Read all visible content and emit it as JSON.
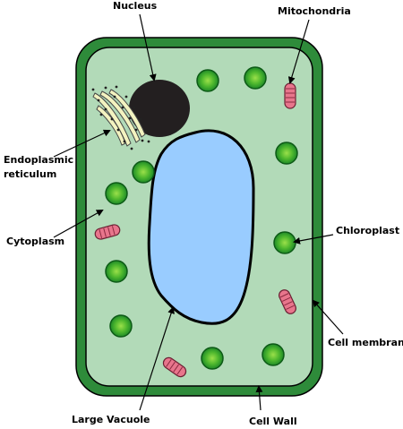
{
  "labels": {
    "nucleus": "Nucleus",
    "mitochondria": "Mitochondria",
    "er_line1": "Endoplasmic",
    "er_line2": "reticulum",
    "cytoplasm": "Cytoplasm",
    "chloroplast": "Chloroplast",
    "cell_membrane": "Cell membrane",
    "large_vacuole": "Large Vacuole",
    "cell_wall": "Cell Wall"
  },
  "colors": {
    "cell_wall": "#2e8b3a",
    "cytoplasm": "#b2dab8",
    "vacuole": "#99ccff",
    "nucleus": "#231f20",
    "chloroplast_outer": "#1e8f2a",
    "chloroplast_inner": "#7fd13b",
    "mitochondria": "#e8758c",
    "er": "#f3f3c0"
  }
}
